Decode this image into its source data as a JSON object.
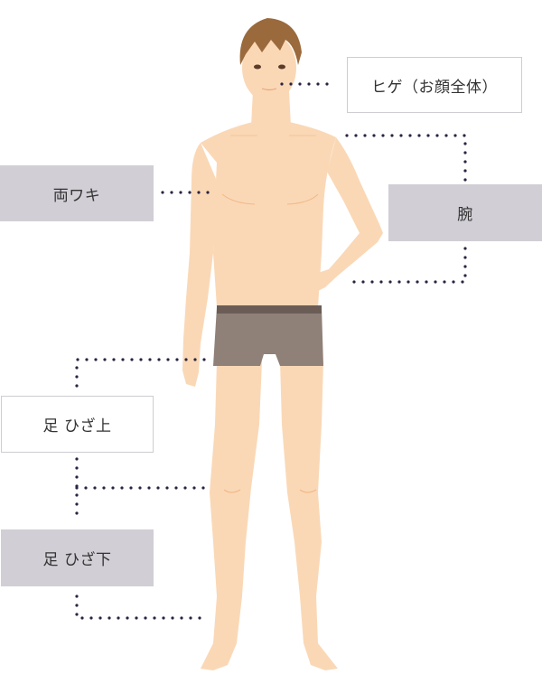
{
  "diagram": {
    "subject": "male body illustration with hair-removal areas",
    "colors": {
      "skin": "#fad8b6",
      "skin_line": "#f2b888",
      "hair": "#9a6a3c",
      "underwear": "#8f8078",
      "waistband": "#6b5d56",
      "dot": "#2a2340",
      "label_filled_bg": "#d1ced5",
      "label_outline_border": "#cfccd2",
      "text": "#333333"
    },
    "labels": [
      {
        "id": "beard",
        "text": "ヒゲ（お顔全体）",
        "style": "outline"
      },
      {
        "id": "underarms",
        "text": "両ワキ",
        "style": "filled"
      },
      {
        "id": "arms",
        "text": "腕",
        "style": "filled"
      },
      {
        "id": "legs_above_knee",
        "text": "足 ひざ上",
        "style": "outline"
      },
      {
        "id": "legs_below_knee",
        "text": "足 ひざ下",
        "style": "filled"
      }
    ]
  }
}
